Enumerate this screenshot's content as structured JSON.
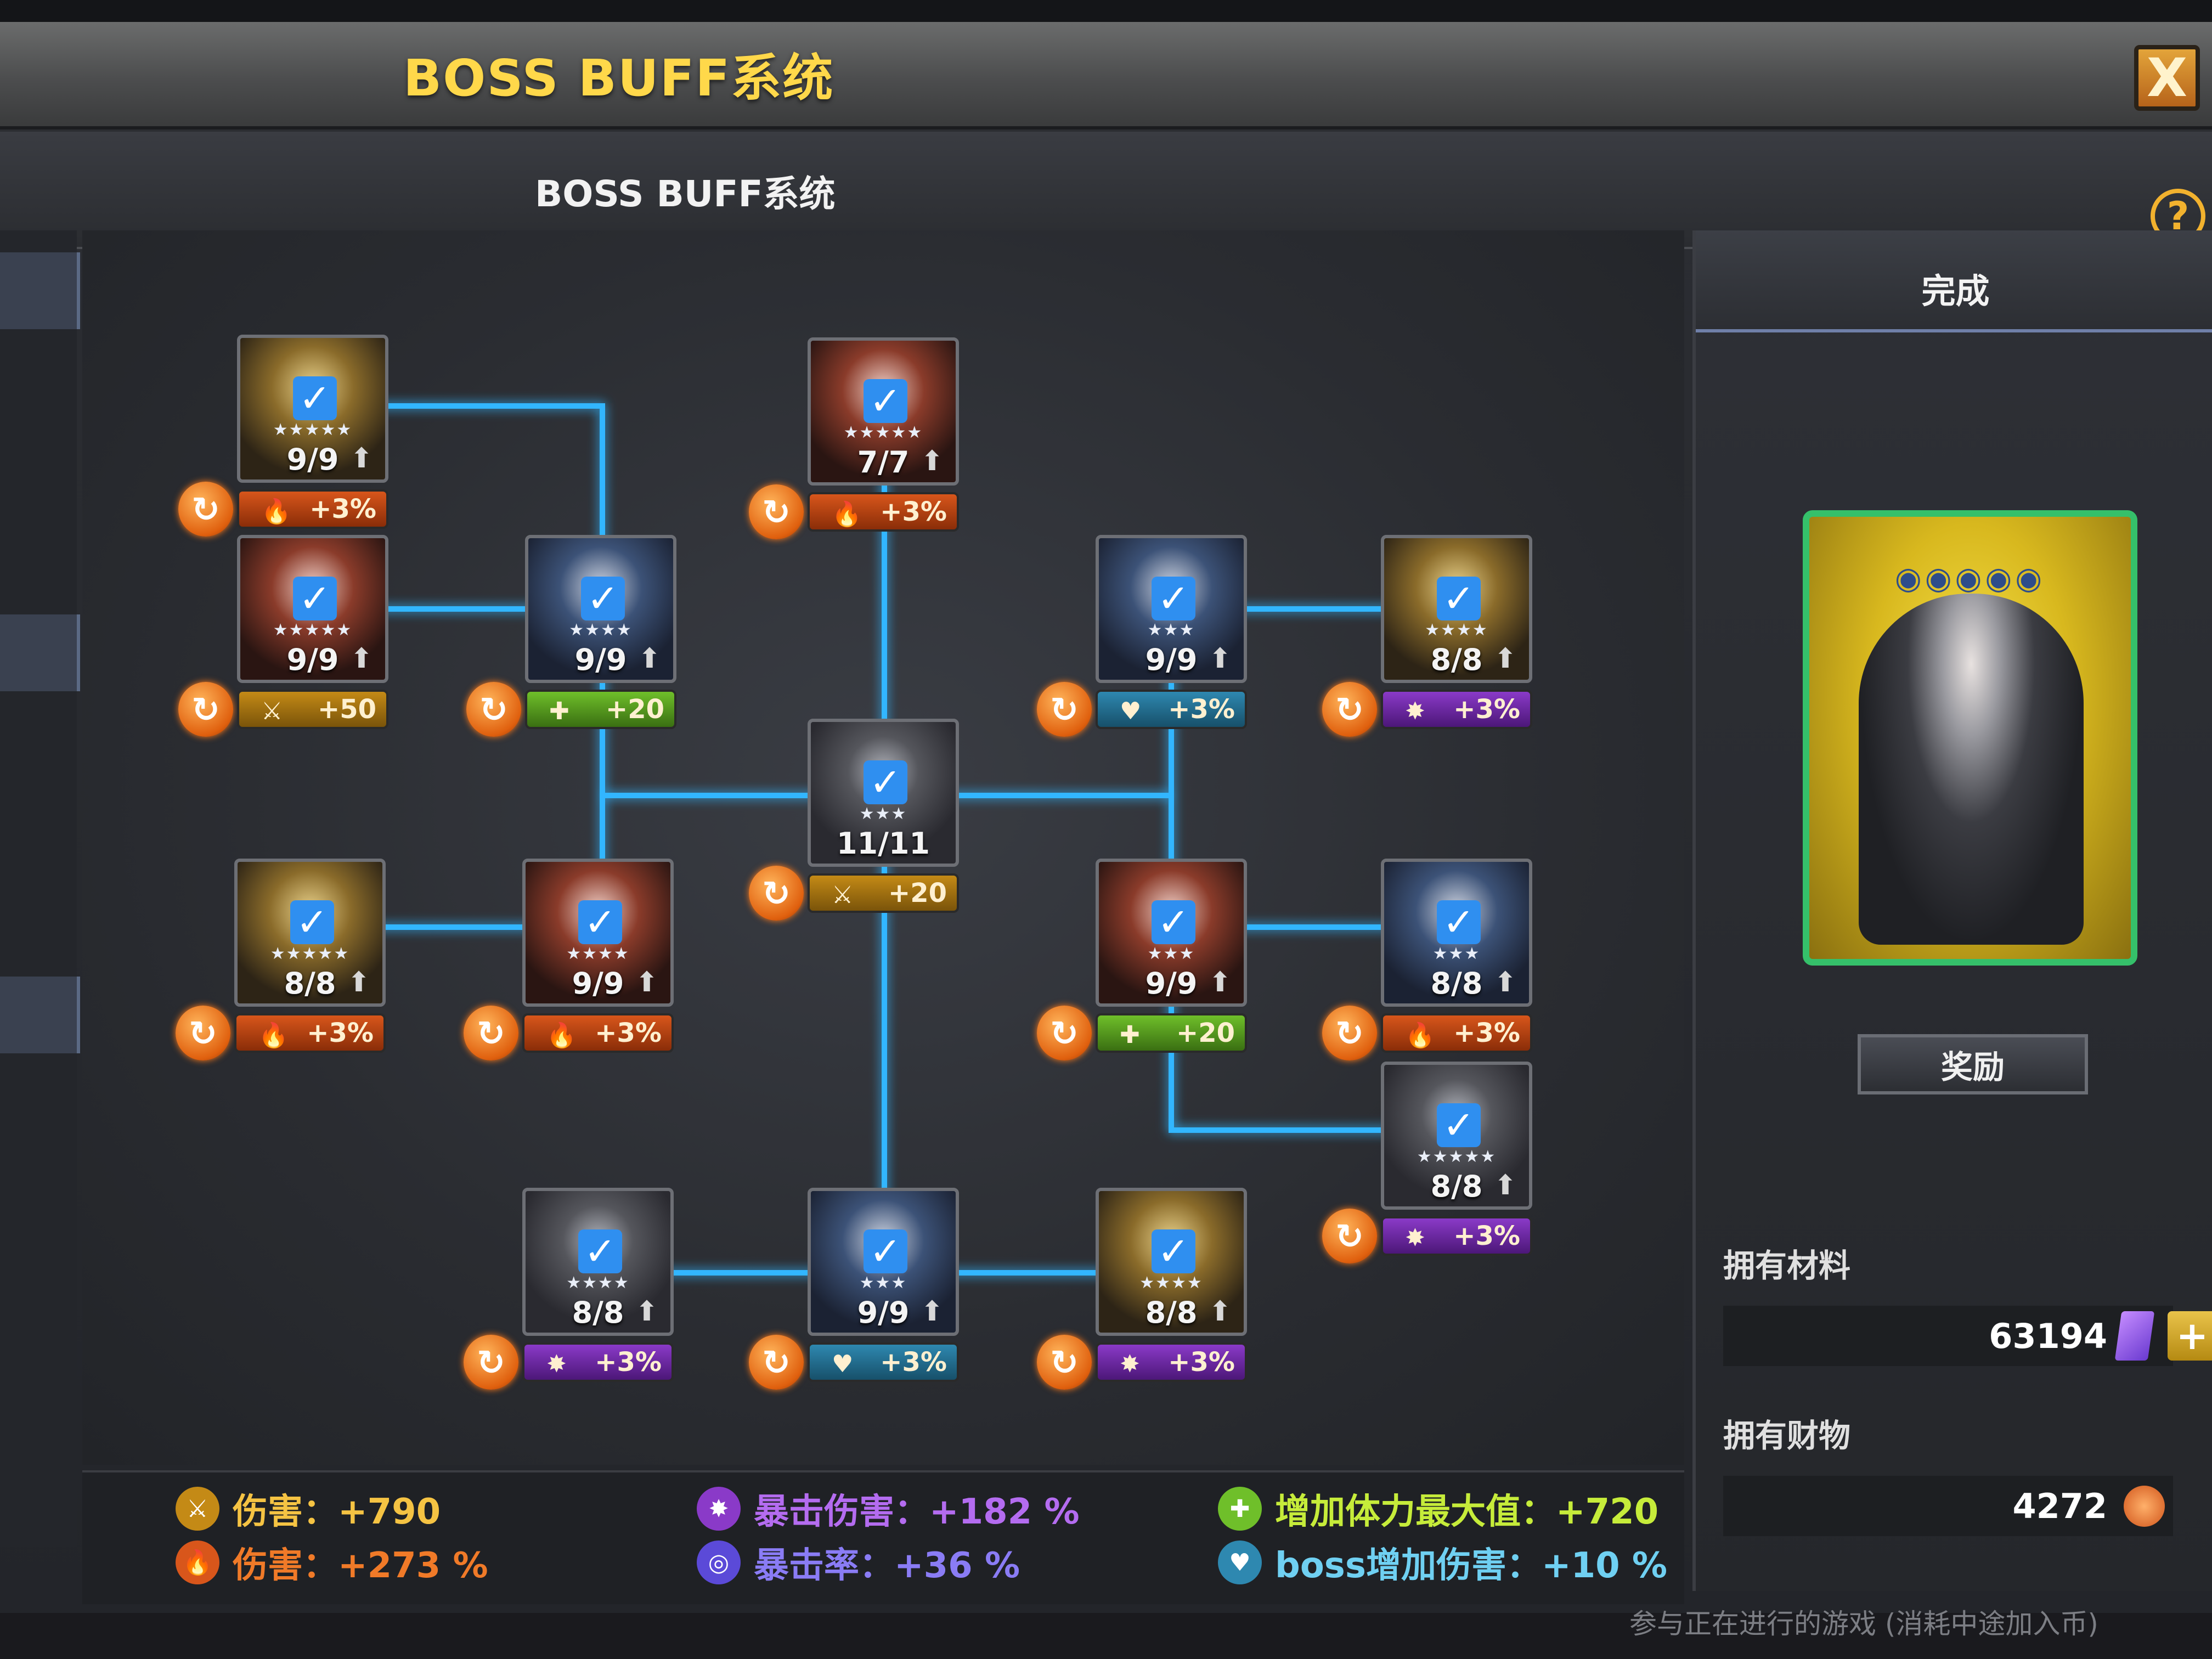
{
  "window": {
    "title": "BOSS BUFF系统",
    "close_label": "X",
    "subtitle": "BOSS BUFF系统",
    "help_label": "?"
  },
  "colors": {
    "title_gold": "#ffd84a",
    "connector_blue": "#33b6ff",
    "fire": "#d8561b",
    "sword": "#c48a16",
    "hp": "#6fbf2a",
    "crit": "#8a3ac8",
    "boss": "#2e88b0"
  },
  "nodes": [
    {
      "progress": "9/9",
      "buff": "+3%",
      "buff_icon": "fire-icon"
    },
    {
      "progress": "7/7",
      "buff": "+3%",
      "buff_icon": "fire-icon"
    },
    {
      "progress": "9/9",
      "buff": "+50",
      "buff_icon": "sword-icon"
    },
    {
      "progress": "9/9",
      "buff": "+20",
      "buff_icon": "hp-plus-icon"
    },
    {
      "progress": "9/9",
      "buff": "+3%",
      "buff_icon": "boss-heart-icon"
    },
    {
      "progress": "8/8",
      "buff": "+3%",
      "buff_icon": "crit-icon"
    },
    {
      "progress": "11/11",
      "buff": "+20",
      "buff_icon": "sword-icon"
    },
    {
      "progress": "8/8",
      "buff": "+3%",
      "buff_icon": "fire-icon"
    },
    {
      "progress": "9/9",
      "buff": "+3%",
      "buff_icon": "fire-icon"
    },
    {
      "progress": "9/9",
      "buff": "+20",
      "buff_icon": "hp-plus-icon"
    },
    {
      "progress": "8/8",
      "buff": "+3%",
      "buff_icon": "fire-icon"
    },
    {
      "progress": "8/8",
      "buff": "+3%",
      "buff_icon": "crit-icon"
    },
    {
      "progress": "8/8",
      "buff": "+3%",
      "buff_icon": "crit-icon"
    },
    {
      "progress": "9/9",
      "buff": "+3%",
      "buff_icon": "boss-heart-icon"
    },
    {
      "progress": "8/8",
      "buff": "+3%",
      "buff_icon": "crit-icon"
    }
  ],
  "right_panel": {
    "header": "完成",
    "reward_button": "奖励",
    "materials_label": "拥有材料",
    "materials_value": "63194",
    "materials_plus": "+",
    "wealth_label": "拥有财物",
    "wealth_value": "4272"
  },
  "stats": {
    "damage_flat": "伤害：+790",
    "damage_pct": "伤害：+273 %",
    "crit_damage": "暴击伤害：+182 %",
    "crit_rate": "暴击率：+36 %",
    "max_hp": "增加体力最大值：+720",
    "boss_damage": "boss增加伤害：+10 %"
  },
  "footer": {
    "text": "参与正在进行的游戏 (消耗中途加入币)"
  }
}
